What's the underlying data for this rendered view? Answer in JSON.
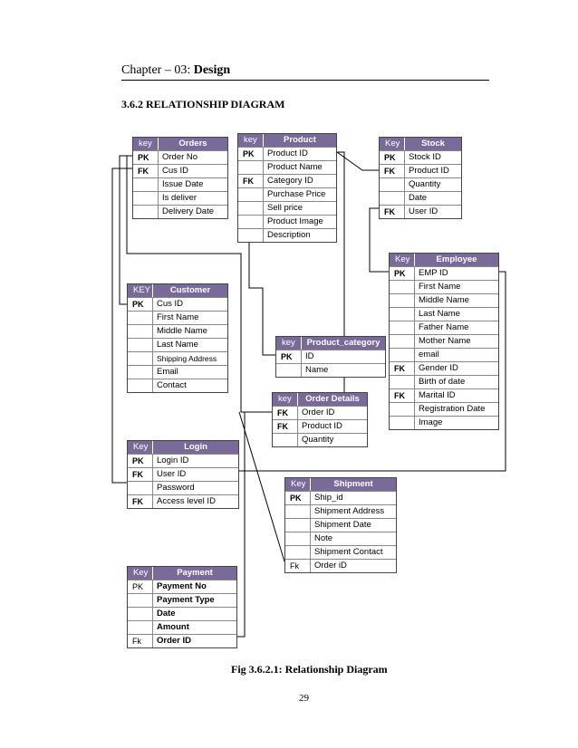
{
  "header": {
    "prefix": "Chapter – 03: ",
    "title": "Design"
  },
  "section_title": "3.6.2 RELATIONSHIP DIAGRAM",
  "caption": "Fig 3.6.2.1: Relationship Diagram",
  "page_number": "29",
  "tables": {
    "orders": {
      "key": "key",
      "name": "Orders",
      "rows": [
        {
          "k": "PK",
          "f": "Order No"
        },
        {
          "k": "FK",
          "f": "Cus ID"
        },
        {
          "k": "",
          "f": "Issue Date"
        },
        {
          "k": "",
          "f": "Is deliver"
        },
        {
          "k": "",
          "f": "Delivery Date"
        }
      ]
    },
    "product": {
      "key": "key",
      "name": "Product",
      "rows": [
        {
          "k": "PK",
          "f": "Product ID"
        },
        {
          "k": "",
          "f": "Product Name"
        },
        {
          "k": "FK",
          "f": "Category ID"
        },
        {
          "k": "",
          "f": "Purchase  Price"
        },
        {
          "k": "",
          "f": "Sell price"
        },
        {
          "k": "",
          "f": "Product Image"
        },
        {
          "k": "",
          "f": "Description"
        }
      ]
    },
    "stock": {
      "key": "Key",
      "name": "Stock",
      "rows": [
        {
          "k": "PK",
          "f": "Stock ID"
        },
        {
          "k": "FK",
          "f": "Product ID"
        },
        {
          "k": "",
          "f": "Quantity"
        },
        {
          "k": "",
          "f": "Date"
        },
        {
          "k": "FK",
          "f": "User ID"
        }
      ]
    },
    "employee": {
      "key": "Key",
      "name": "Employee",
      "rows": [
        {
          "k": "PK",
          "f": "EMP ID"
        },
        {
          "k": "",
          "f": "First Name"
        },
        {
          "k": "",
          "f": "Middle Name"
        },
        {
          "k": "",
          "f": "Last Name"
        },
        {
          "k": "",
          "f": "Father Name"
        },
        {
          "k": "",
          "f": "Mother Name"
        },
        {
          "k": "",
          "f": "email"
        },
        {
          "k": "FK",
          "f": "Gender ID"
        },
        {
          "k": "",
          "f": "Birth of date"
        },
        {
          "k": "FK",
          "f": "Marital ID"
        },
        {
          "k": "",
          "f": "Registration Date"
        },
        {
          "k": "",
          "f": "Image"
        }
      ]
    },
    "customer": {
      "key": "KEY",
      "name": "Customer",
      "rows": [
        {
          "k": "PK",
          "f": "Cus ID"
        },
        {
          "k": "",
          "f": "First Name"
        },
        {
          "k": "",
          "f": "Middle Name"
        },
        {
          "k": "",
          "f": "Last Name"
        },
        {
          "k": "",
          "f": "Shipping Address"
        },
        {
          "k": "",
          "f": "Email"
        },
        {
          "k": "",
          "f": "Contact"
        }
      ]
    },
    "product_category": {
      "key": "key",
      "name": "Product_category",
      "rows": [
        {
          "k": "PK",
          "f": "ID"
        },
        {
          "k": "",
          "f": "Name"
        }
      ]
    },
    "order_details": {
      "key": "key",
      "name": "Order Details",
      "rows": [
        {
          "k": "FK",
          "f": "Order ID"
        },
        {
          "k": "FK",
          "f": "Product ID"
        },
        {
          "k": "",
          "f": "Quantity"
        }
      ]
    },
    "login": {
      "key": "Key",
      "name": "Login",
      "rows": [
        {
          "k": "PK",
          "f": "Login ID"
        },
        {
          "k": "FK",
          "f": "User ID"
        },
        {
          "k": "",
          "f": "Password"
        },
        {
          "k": "FK",
          "f": "Access level ID"
        }
      ]
    },
    "shipment": {
      "key": "Key",
      "name": "Shipment",
      "rows": [
        {
          "k": "PK",
          "f": "Ship_id"
        },
        {
          "k": "",
          "f": "Shipment Address"
        },
        {
          "k": "",
          "f": "Shipment Date"
        },
        {
          "k": "",
          "f": "Note"
        },
        {
          "k": "",
          "f": "Shipment Contact"
        },
        {
          "k": "Fk",
          "f": "Order iD"
        }
      ]
    },
    "payment": {
      "key": "Key",
      "name": "Payment",
      "rows": [
        {
          "k": "PK",
          "f": "Payment No"
        },
        {
          "k": "",
          "f": "Payment Type"
        },
        {
          "k": "",
          "f": "Date"
        },
        {
          "k": "",
          "f": "Amount"
        },
        {
          "k": "Fk",
          "f": "Order ID"
        }
      ]
    }
  }
}
